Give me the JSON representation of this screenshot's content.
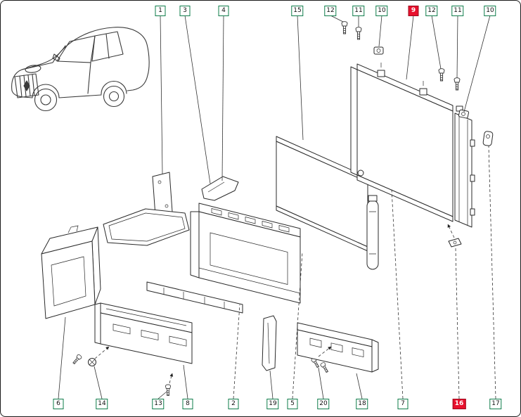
{
  "colors": {
    "callout_border": "#0e7c4a",
    "callout_bg": "#ffffff",
    "callout_text": "#111111",
    "highlight_bg": "#e8112d",
    "highlight_text": "#ffffff",
    "line_color": "#2a2a2a"
  },
  "callouts": {
    "top": [
      {
        "label": "1",
        "highlighted": false
      },
      {
        "label": "3",
        "highlighted": false
      },
      {
        "label": "4",
        "highlighted": false
      },
      {
        "label": "15",
        "highlighted": false
      },
      {
        "label": "12",
        "highlighted": false
      },
      {
        "label": "11",
        "highlighted": false
      },
      {
        "label": "10",
        "highlighted": false
      },
      {
        "label": "9",
        "highlighted": true
      },
      {
        "label": "12",
        "highlighted": false
      },
      {
        "label": "11",
        "highlighted": false
      },
      {
        "label": "10",
        "highlighted": false
      }
    ],
    "bottom": [
      {
        "label": "6",
        "highlighted": false
      },
      {
        "label": "14",
        "highlighted": false
      },
      {
        "label": "13",
        "highlighted": false
      },
      {
        "label": "8",
        "highlighted": false
      },
      {
        "label": "2",
        "highlighted": false
      },
      {
        "label": "19",
        "highlighted": false
      },
      {
        "label": "5",
        "highlighted": false
      },
      {
        "label": "20",
        "highlighted": false
      },
      {
        "label": "18",
        "highlighted": false
      },
      {
        "label": "7",
        "highlighted": false
      },
      {
        "label": "16",
        "highlighted": true
      },
      {
        "label": "17",
        "highlighted": false
      }
    ]
  }
}
